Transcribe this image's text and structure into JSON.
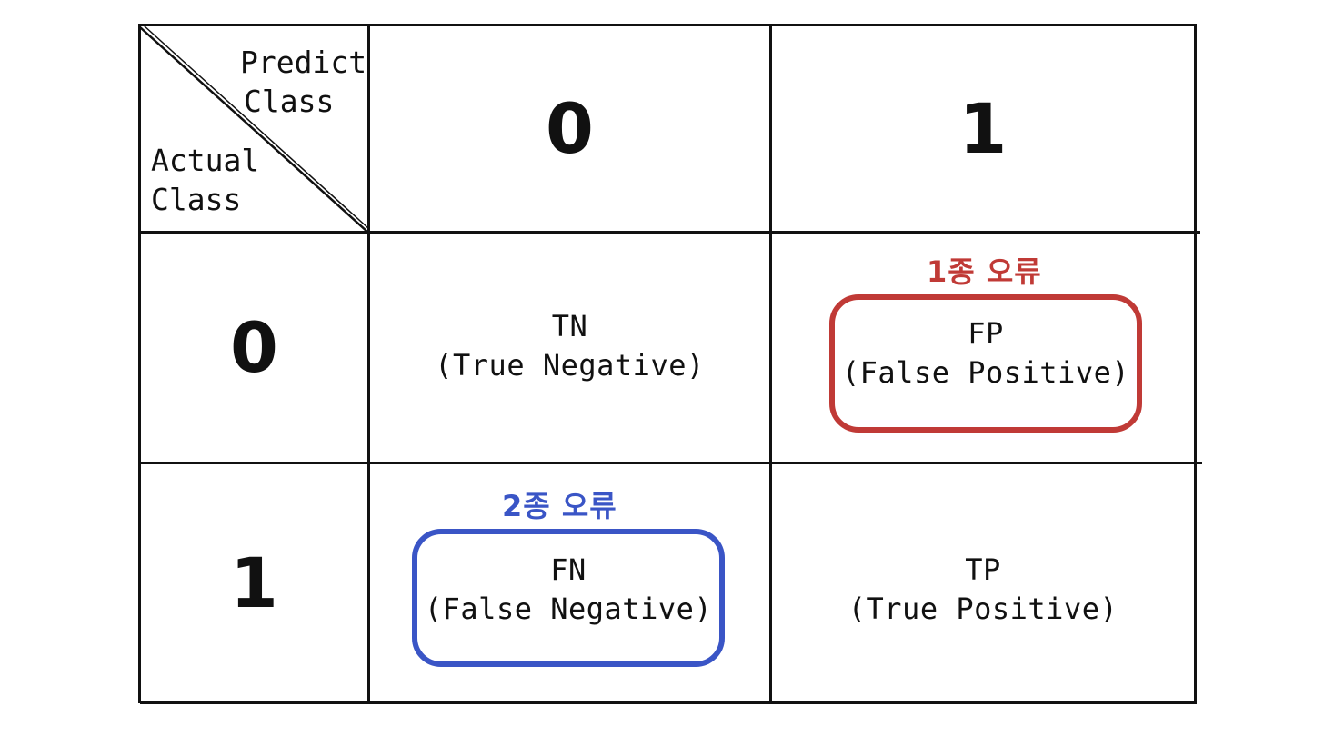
{
  "corner": {
    "predict_line1": "Predict",
    "predict_line2": "Class",
    "actual_line1": "Actual",
    "actual_line2": "Class"
  },
  "columns": [
    "0",
    "1"
  ],
  "rows": [
    "0",
    "1"
  ],
  "cells": {
    "tn": {
      "abbr": "TN",
      "full": "(True Negative)"
    },
    "fp": {
      "abbr": "FP",
      "full": "(False Positive)"
    },
    "fn": {
      "abbr": "FN",
      "full": "(False Negative)"
    },
    "tp": {
      "abbr": "TP",
      "full": "(True Positive)"
    }
  },
  "errors": {
    "type1": {
      "label": "1종 오류",
      "color": "#c03a36"
    },
    "type2": {
      "label": "2종 오류",
      "color": "#3a55c6"
    }
  }
}
